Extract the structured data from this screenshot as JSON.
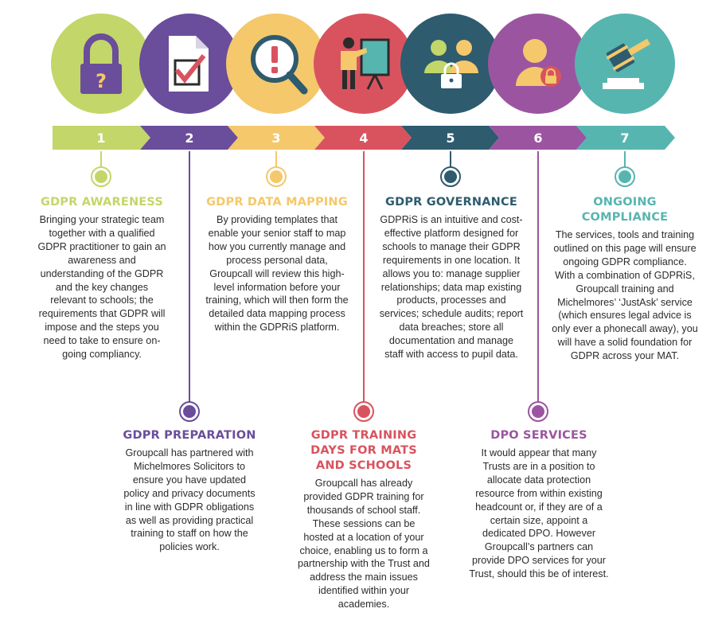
{
  "steps": [
    {
      "number": "1",
      "color": "#c3d669",
      "icon": "padlock-question-icon",
      "title": "GDPR AWARENESS",
      "body": "Bringing your strategic team together with a qualified GDPR practitioner to gain an awareness and understanding of the GDPR and the key changes relevant to schools; the requirements that GDPR will impose and the steps you need to take to ensure on-going compliancy."
    },
    {
      "number": "2",
      "color": "#6a4d9b",
      "icon": "document-checkbox-icon",
      "title": "GDPR PREPARATION",
      "body": "Groupcall has partnered with Michelmores Solicitors to ensure you have updated policy and privacy documents in line with GDPR obligations as well as providing practical training to staff on how the policies work."
    },
    {
      "number": "3",
      "color": "#f4c86b",
      "icon": "magnifier-alert-icon",
      "title": "GDPR DATA MAPPING",
      "body": "By providing templates that enable your senior staff to map how you currently manage and process personal data, Groupcall will review this high-level information before your training, which will then form the detailed data mapping process within the GDPRiS platform."
    },
    {
      "number": "4",
      "color": "#d9535e",
      "icon": "presenter-board-icon",
      "title": "GDPR TRAINING DAYS FOR MATS AND SCHOOLS",
      "body": "Groupcall has already provided GDPR training for thousands of school staff. These sessions can be hosted at a location of your choice, enabling us to form a partnership with the Trust and address the main issues identified within your academies."
    },
    {
      "number": "5",
      "color": "#2e5b6e",
      "icon": "users-lock-icon",
      "title": "GDPR GOVERNANCE",
      "body": "GDPRiS is an intuitive and cost-effective platform designed for schools to manage their GDPR requirements in one location. It allows you to: manage supplier relationships; data map existing products, processes and services; schedule audits; report data breaches; store all documentation and manage staff with access to pupil data."
    },
    {
      "number": "6",
      "color": "#9b55a0",
      "icon": "user-lock-icon",
      "title": "DPO SERVICES",
      "body": "It would appear that many Trusts are in a position to allocate data protection resource from within existing headcount or, if they are of a certain size, appoint a dedicated DPO. However Groupcall’s partners can provide DPO services for your Trust, should this be of interest."
    },
    {
      "number": "7",
      "color": "#57b5b0",
      "icon": "gavel-icon",
      "title": "ONGOING COMPLIANCE",
      "body": "The services, tools and training outlined on this page will ensure ongoing GDPR compliance. With a combination of GDPRiS, Groupcall training and Michelmores’ ‘JustAsk’ service (which ensures legal advice is only ever a phonecall away), you will have a solid foundation for GDPR across your MAT."
    }
  ]
}
